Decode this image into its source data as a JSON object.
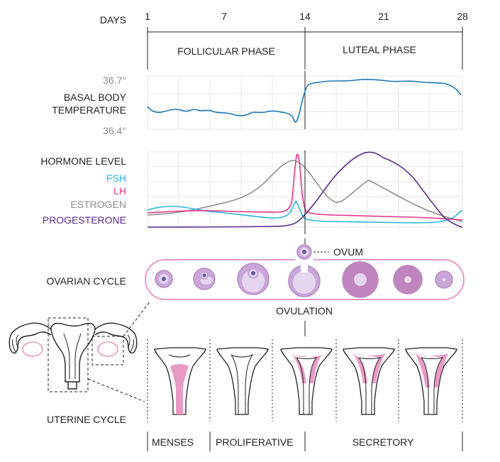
{
  "days": {
    "heading": "DAYS",
    "ticks": [
      "1",
      "7",
      "14",
      "21",
      "28"
    ]
  },
  "phases": {
    "follicular": "FOLLICULAR PHASE",
    "luteal": "LUTEAL PHASE"
  },
  "temperature": {
    "label_line1": "BASAL BODY",
    "label_line2": "TEMPERATURE",
    "high": "36.7°",
    "low": "36.4°"
  },
  "hormones": {
    "title": "HORMONE LEVEL",
    "fsh": {
      "label": "FSH",
      "color": "#29b6e0"
    },
    "lh": {
      "label": "LH",
      "color": "#e5358a"
    },
    "estrogen": {
      "label": "ESTROGEN",
      "color": "#8f8f8f"
    },
    "progesterone": {
      "label": "PROGESTERONE",
      "color": "#5b2d8e"
    }
  },
  "ovarian": {
    "label": "OVARIAN CYCLE",
    "ovum": "OVUM",
    "ovulation": "OVULATION"
  },
  "uterine": {
    "label": "UTERINE CYCLE",
    "menses": "MENSES",
    "proliferative": "PROLIFERATIVE",
    "secretory": "SECRETORY"
  },
  "colors": {
    "temperature": "#1f78b4",
    "pink": "#e89ac4",
    "purple": "#b88ac4",
    "grid": "#e6e6e6"
  }
}
